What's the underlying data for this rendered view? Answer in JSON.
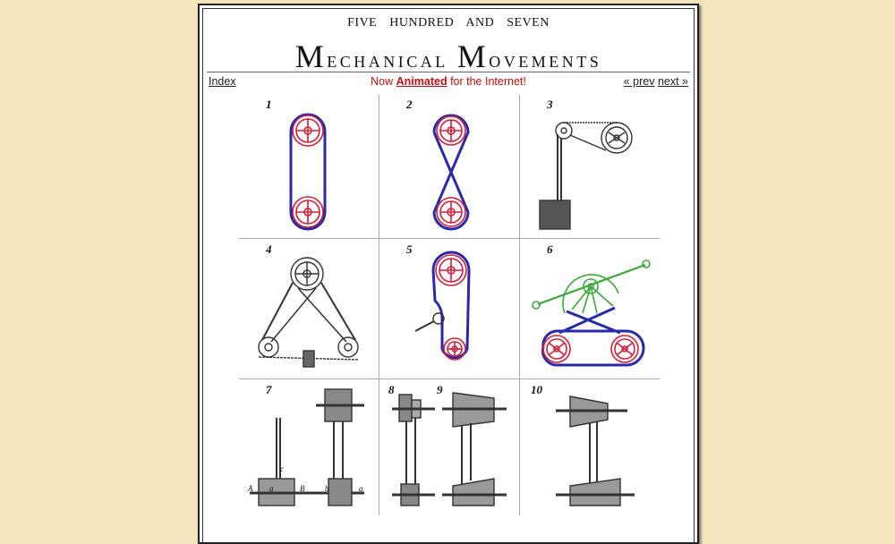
{
  "header": {
    "subtitle": "FIVE HUNDRED AND SEVEN",
    "title_m1": "M",
    "title_rest1": "echanical ",
    "title_m2": "M",
    "title_rest2": "ovements"
  },
  "nav": {
    "index": "Index",
    "tag_pre": "Now ",
    "tag_bold": "Animated",
    "tag_post": " for the Internet!",
    "prev": "« prev",
    "next": "next »"
  },
  "figures": [
    {
      "label": "1"
    },
    {
      "label": "2"
    },
    {
      "label": "3"
    },
    {
      "label": "4"
    },
    {
      "label": "5"
    },
    {
      "label": "6"
    },
    {
      "label": "7"
    },
    {
      "label": "8"
    },
    {
      "label": "9"
    },
    {
      "label": "10"
    }
  ],
  "colors": {
    "belt": "#2a2aa8",
    "wheel": "#d0203a",
    "lever": "#3aa83a",
    "background": "#f5e6bd"
  }
}
